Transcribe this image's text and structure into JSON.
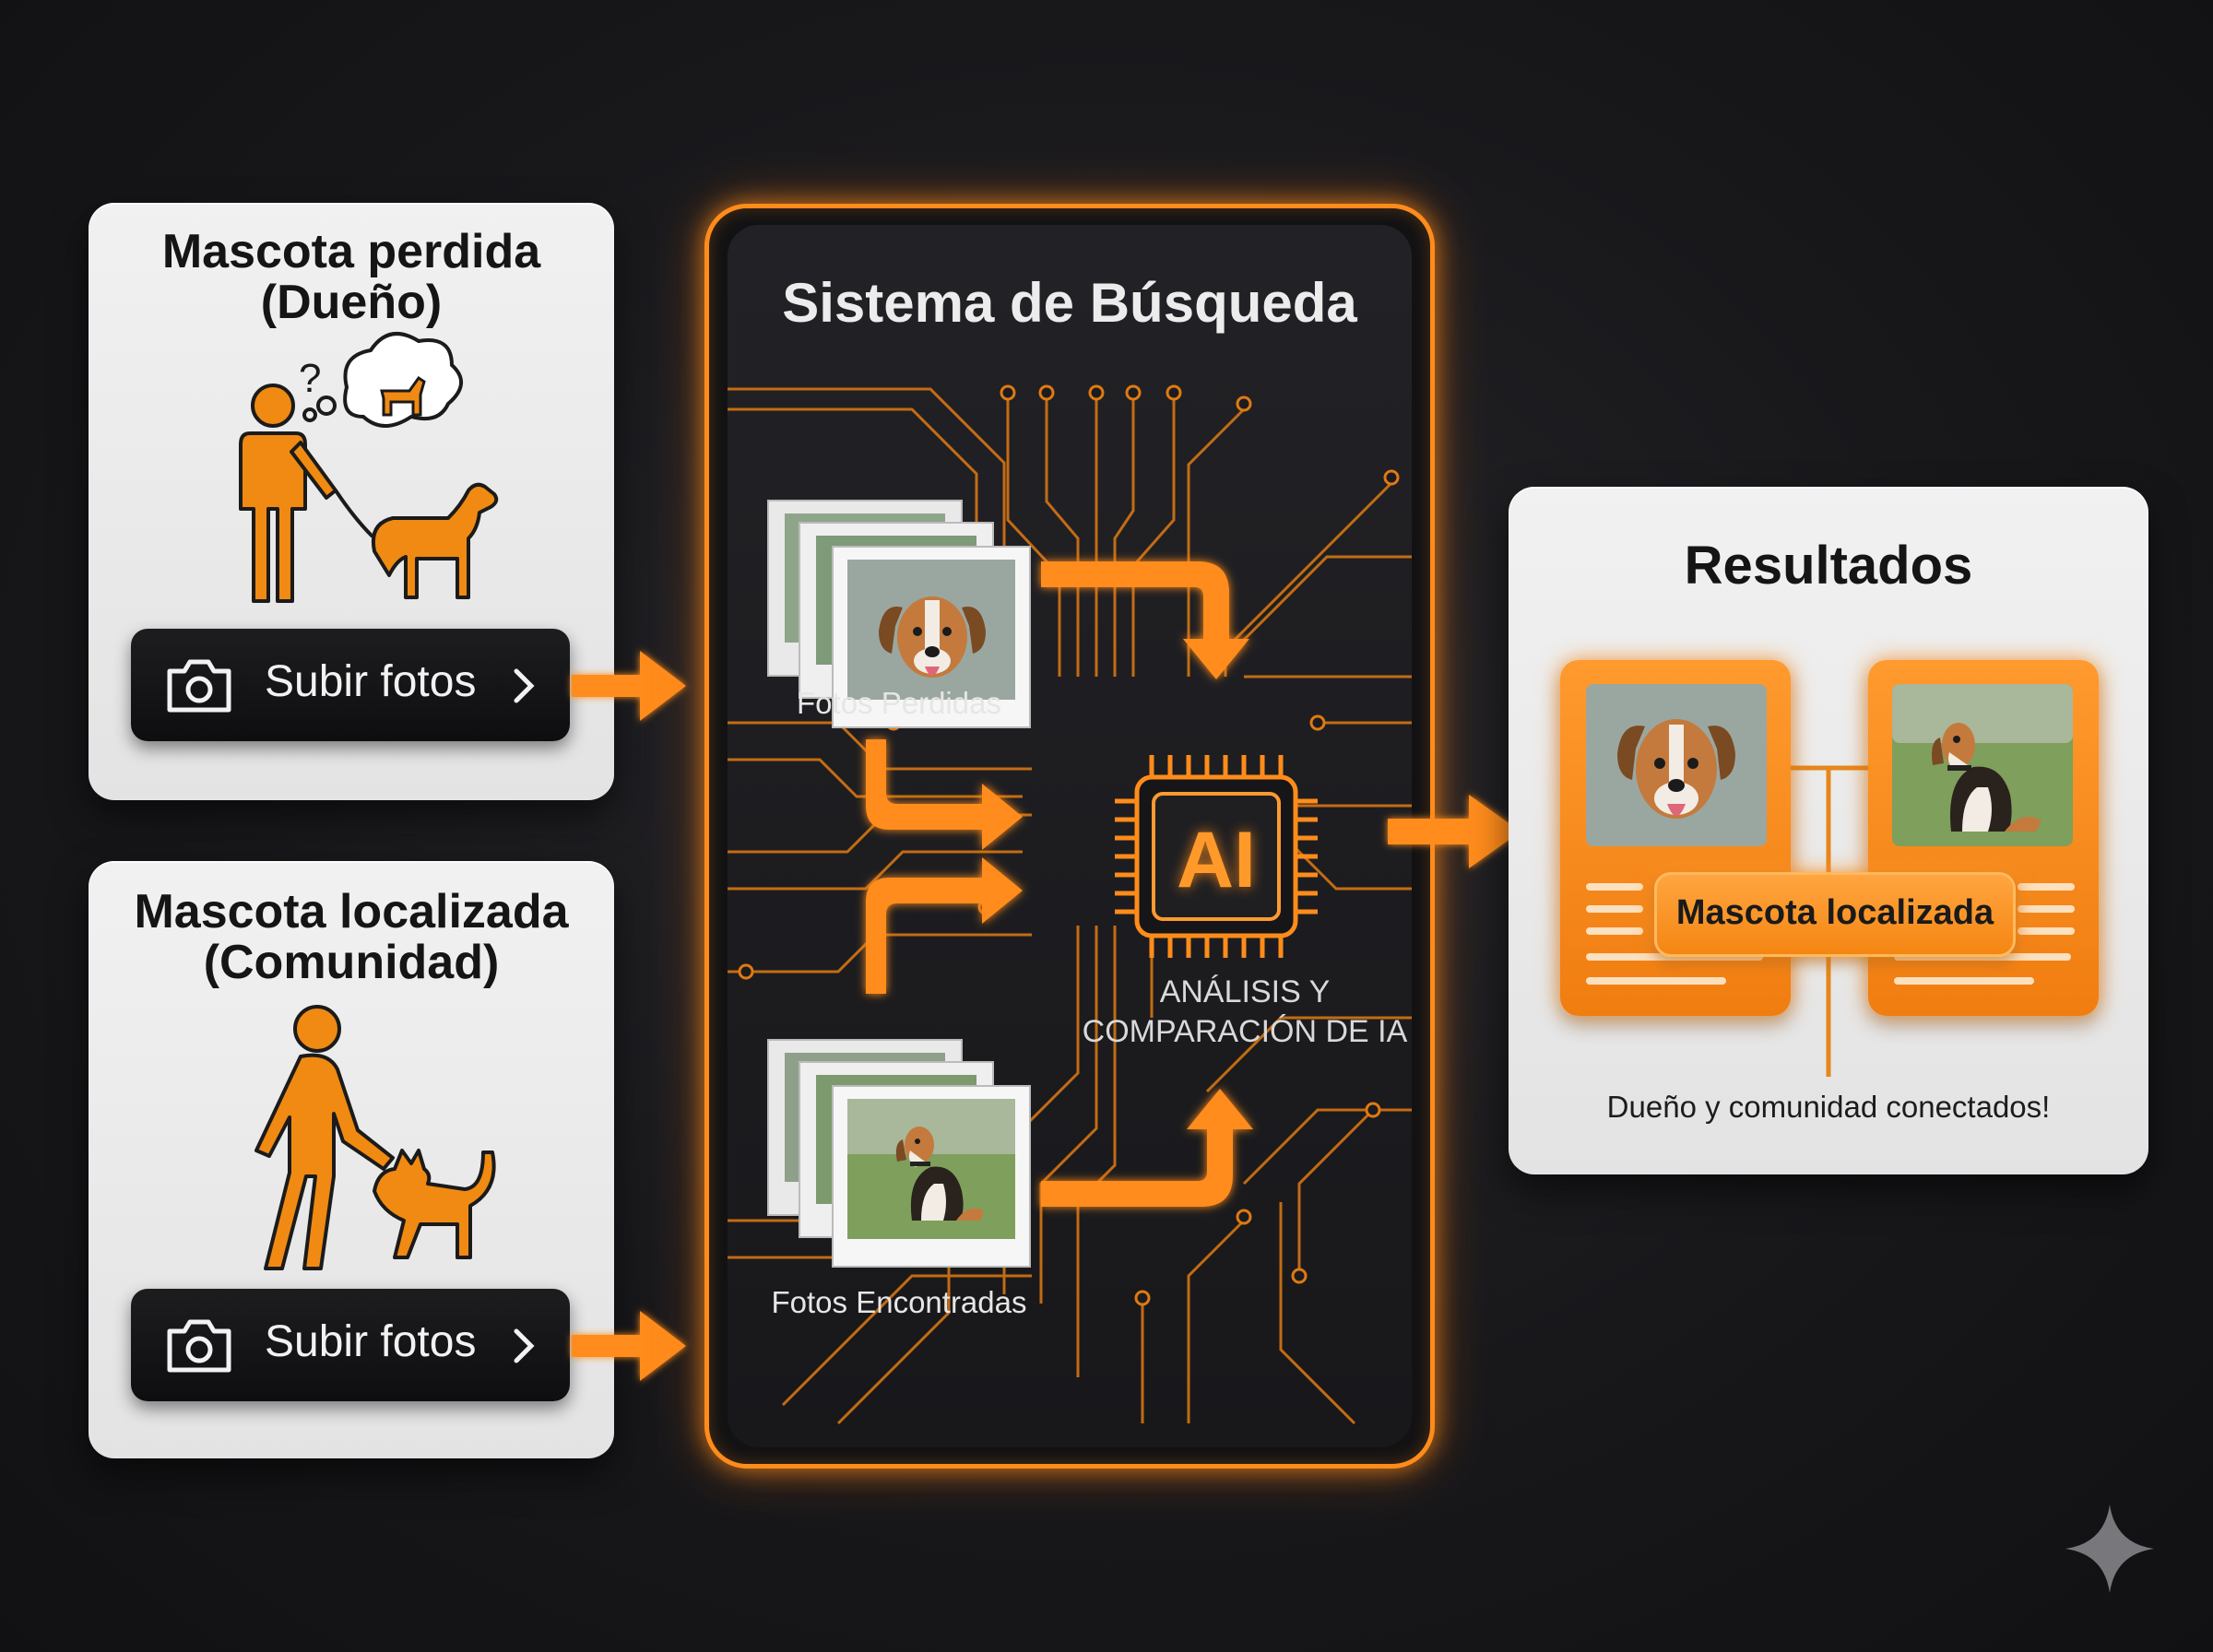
{
  "colors": {
    "accent": "#ff8c1a",
    "background": "#1a1a1d",
    "card": "#ececec",
    "button": "#141416"
  },
  "owner_card": {
    "title_line1": "Mascota perdida",
    "title_line2": "(Dueño)",
    "illustration_icon": "person-walking-dog-thinking-icon",
    "button_label": "Subir fotos",
    "button_icon": "camera-icon",
    "button_chevron": "chevron-right-icon"
  },
  "community_card": {
    "title_line1": "Mascota localizada",
    "title_line2": "(Comunidad)",
    "illustration_icon": "person-petting-dog-icon",
    "button_label": "Subir fotos",
    "button_icon": "camera-icon",
    "button_chevron": "chevron-right-icon"
  },
  "search_system": {
    "title": "Sistema de Búsqueda",
    "lost_photos_label": "Fotos Perdidas",
    "found_photos_label": "Fotos Encontradas",
    "chip_label": "AI",
    "caption_line1": "ANÁLISIS Y",
    "caption_line2": "COMPARACIÓN DE IA"
  },
  "results": {
    "title": "Resultados",
    "match_label": "Mascota localizada",
    "footer": "Dueño y comunidad conectados!"
  }
}
